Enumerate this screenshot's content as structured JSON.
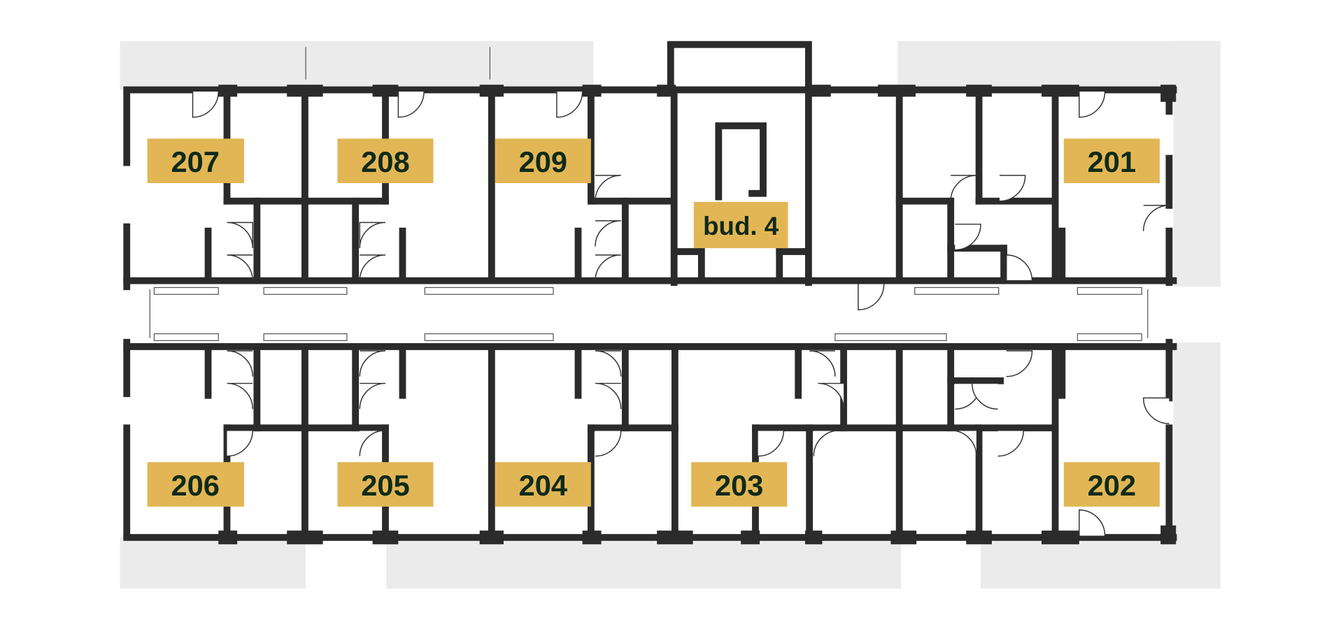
{
  "floor_plan": {
    "building_label": "bud. 4",
    "units": {
      "u207": "207",
      "u208": "208",
      "u209": "209",
      "u201": "201",
      "u206": "206",
      "u205": "205",
      "u204": "204",
      "u203": "203",
      "u202": "202"
    },
    "colors": {
      "label_bg": "#e2b655",
      "label_text": "#0f2a1a",
      "wall": "#2b2b2b",
      "balcony": "#ebebeb"
    }
  }
}
